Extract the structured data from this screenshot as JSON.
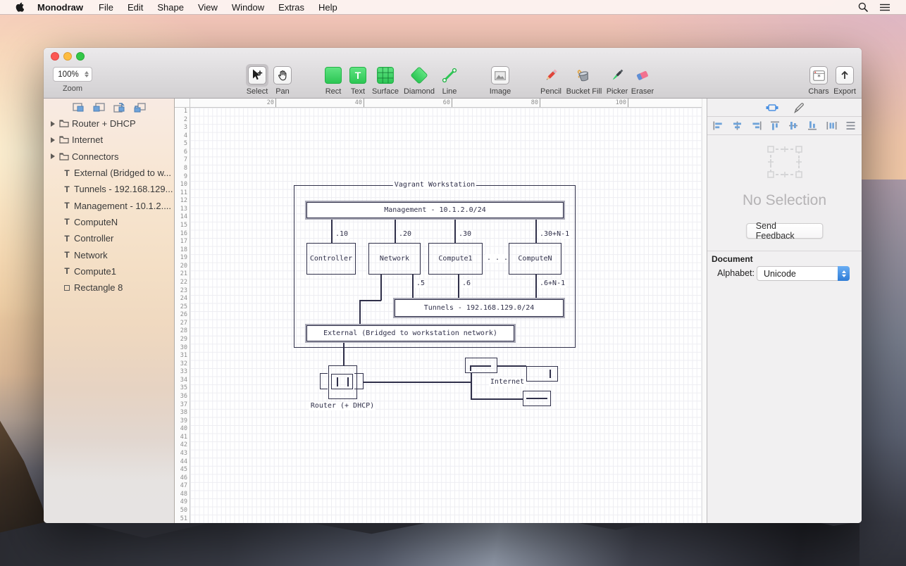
{
  "menu_bar": {
    "app_name": "Monodraw",
    "items": [
      "File",
      "Edit",
      "Shape",
      "View",
      "Window",
      "Extras",
      "Help"
    ]
  },
  "toolbar": {
    "zoom_value": "100%",
    "zoom_label": "Zoom",
    "tools": [
      {
        "label": "Select",
        "selected": true
      },
      {
        "label": "Pan"
      },
      {
        "label": "Rect"
      },
      {
        "label": "Text"
      },
      {
        "label": "Surface"
      },
      {
        "label": "Diamond"
      },
      {
        "label": "Line"
      },
      {
        "label": "Image"
      },
      {
        "label": "Pencil"
      },
      {
        "label": "Bucket Fill"
      },
      {
        "label": "Picker"
      },
      {
        "label": "Eraser"
      }
    ],
    "chars_label": "Chars",
    "export_label": "Export"
  },
  "sidebar": {
    "items": [
      {
        "type": "group",
        "label": "Router + DHCP"
      },
      {
        "type": "group",
        "label": "Internet"
      },
      {
        "type": "group",
        "label": "Connectors"
      },
      {
        "type": "text",
        "label": "External (Bridged to w..."
      },
      {
        "type": "text",
        "label": "Tunnels - 192.168.129..."
      },
      {
        "type": "text",
        "label": "Management - 10.1.2...."
      },
      {
        "type": "text",
        "label": "ComputeN"
      },
      {
        "type": "text",
        "label": "Controller"
      },
      {
        "type": "text",
        "label": "Network"
      },
      {
        "type": "text",
        "label": "Compute1"
      },
      {
        "type": "rect",
        "label": "Rectangle 8"
      }
    ]
  },
  "ruler": {
    "h_ticks": [
      "20",
      "40",
      "60",
      "80",
      "100"
    ],
    "v_rows": [
      "1",
      "2",
      "3",
      "4",
      "5",
      "6",
      "7",
      "8",
      "9",
      "10",
      "11",
      "12",
      "13",
      "14",
      "15",
      "16",
      "17",
      "18",
      "19",
      "20",
      "21",
      "22",
      "23",
      "24",
      "25",
      "26",
      "27",
      "28",
      "29",
      "30",
      "31",
      "32",
      "33",
      "34",
      "35",
      "36",
      "37",
      "38",
      "39",
      "40",
      "41",
      "42",
      "43",
      "44",
      "45",
      "46",
      "47",
      "48",
      "49",
      "50",
      "51"
    ]
  },
  "canvas_diagram": {
    "title": "Vagrant Workstation",
    "management_label": "Management - 10.1.2.0/24",
    "mgmt_ips": [
      ".10",
      ".20",
      ".30",
      ".30+N-1"
    ],
    "node_labels": [
      "Controller",
      "Network",
      "Compute1",
      "ComputeN"
    ],
    "dots": ". . .",
    "tunnel_ips": [
      ".5",
      ".6",
      ".6+N-1"
    ],
    "tunnels_label": "Tunnels - 192.168.129.0/24",
    "external_label": "External (Bridged to workstation network)",
    "router_label": "Router (+ DHCP)",
    "internet_label": "Internet"
  },
  "inspector": {
    "no_selection": "No Selection",
    "send_feedback": "Send Feedback",
    "document_heading": "Document",
    "alphabet_label": "Alphabet:",
    "alphabet_value": "Unicode"
  },
  "colors": {
    "tool_green": "#2cc654",
    "selection_blue": "#6fa3d9",
    "stepper_blue": "#2f7cd6",
    "diagram_ink": "#30304a",
    "menubar_tint": "#fcf3f0"
  }
}
